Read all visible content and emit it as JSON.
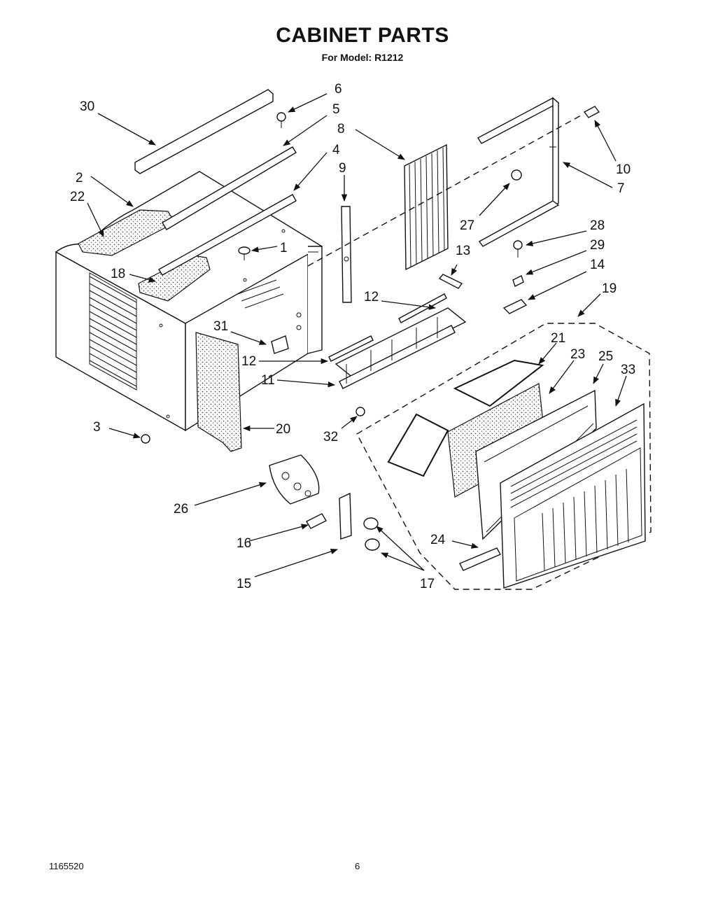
{
  "header": {
    "title": "CABINET PARTS",
    "model_line": "For Model: R1212"
  },
  "footer": {
    "doc_number": "1165520",
    "page_number": "6"
  },
  "callouts": [
    "1",
    "2",
    "3",
    "4",
    "5",
    "6",
    "7",
    "8",
    "9",
    "10",
    "11",
    "12",
    "12",
    "13",
    "14",
    "15",
    "16",
    "17",
    "18",
    "19",
    "20",
    "21",
    "22",
    "23",
    "24",
    "25",
    "26",
    "27",
    "28",
    "29",
    "30",
    "31",
    "32",
    "33"
  ]
}
